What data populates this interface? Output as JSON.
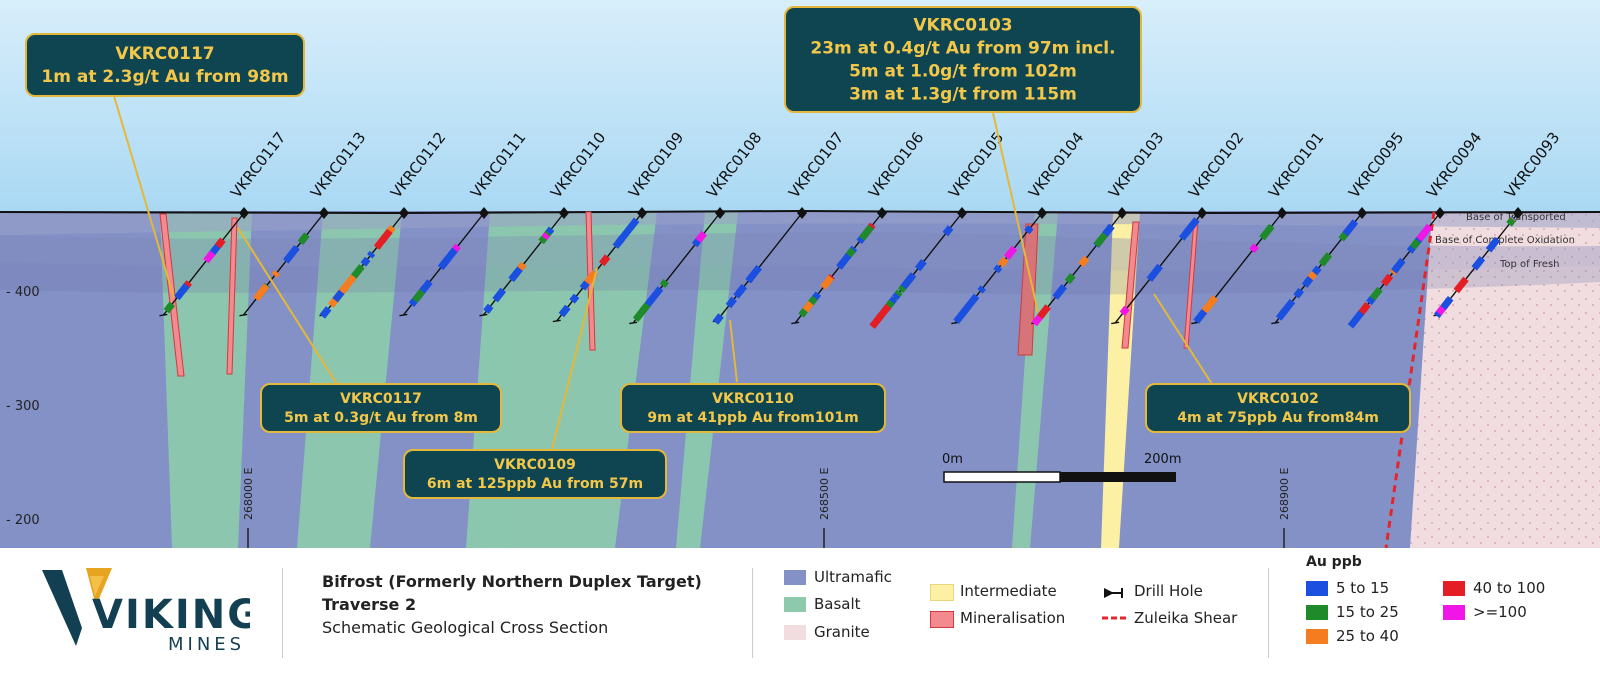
{
  "logo": {
    "brand": "VIKING",
    "sub": "MINES"
  },
  "title": {
    "line1": "Bifrost (Formerly Northern Duplex Target)",
    "line2": "Traverse 2",
    "line3": "Schematic Geological Cross Section"
  },
  "holes": [
    "VKRC0117",
    "VKRC0113",
    "VKRC0112",
    "VKRC0111",
    "VKRC0110",
    "VKRC0109",
    "VKRC0108",
    "VKRC0107",
    "VKRC0106",
    "VKRC0105",
    "VKRC0104",
    "VKRC0103",
    "VKRC0102",
    "VKRC0101",
    "VKRC0095",
    "VKRC0094",
    "VKRC0093"
  ],
  "callouts": [
    {
      "lines": [
        "VKRC0117",
        "1m at 2.3g/t Au from 98m"
      ]
    },
    {
      "lines": [
        "VKRC0103",
        "23m at 0.4g/t Au from 97m incl.",
        "5m at 1.0g/t from 102m",
        "3m at 1.3g/t from 115m"
      ]
    },
    {
      "lines": [
        "VKRC0117",
        "5m at 0.3g/t Au from 8m"
      ]
    },
    {
      "lines": [
        "VKRC0110",
        "9m at 41ppb Au from101m"
      ]
    },
    {
      "lines": [
        "VKRC0109",
        "6m at 125ppb Au from 57m"
      ]
    },
    {
      "lines": [
        "VKRC0102",
        "4m at 75ppb Au from84m"
      ]
    }
  ],
  "depth_labels": [
    "- 400",
    "- 300",
    "- 200"
  ],
  "easting_labels": [
    "268000 E",
    "268500 E",
    "268900 E"
  ],
  "horizon_labels": [
    "Base of Transported",
    "Base of Complete Oxidation",
    "Top of Fresh"
  ],
  "scale_bar": {
    "start": "0m",
    "end": "200m"
  },
  "legend": {
    "lithology": [
      {
        "label": "Ultramafic",
        "color": "#8391c7"
      },
      {
        "label": "Basalt",
        "color": "#8cc9ad"
      },
      {
        "label": "Granite",
        "color": "#f1dcdf"
      },
      {
        "label": "Intermediate",
        "color": "#fbf0a4"
      },
      {
        "label": "Mineralisation",
        "color": "#f28a8f"
      }
    ],
    "symbols": [
      {
        "label": "Drill Hole",
        "icon": "drill-hole-symbol"
      },
      {
        "label": "Zuleika Shear",
        "icon": "dashed-red-line",
        "color": "#e3262b"
      }
    ],
    "au_title": "Au ppb",
    "au_classes": [
      {
        "label": "5 to 15",
        "color": "#1a4fe0"
      },
      {
        "label": "15 to 25",
        "color": "#1f8a2a"
      },
      {
        "label": "25 to 40",
        "color": "#f57c1f"
      },
      {
        "label": "40 to 100",
        "color": "#e31e24"
      },
      {
        "label": ">=100",
        "color": "#f016e6"
      }
    ]
  },
  "colors": {
    "sky_top": "#bde0f5",
    "callout_bg": "#0e4550",
    "callout_border": "#e3b83a",
    "callout_text": "#f2c74a"
  }
}
